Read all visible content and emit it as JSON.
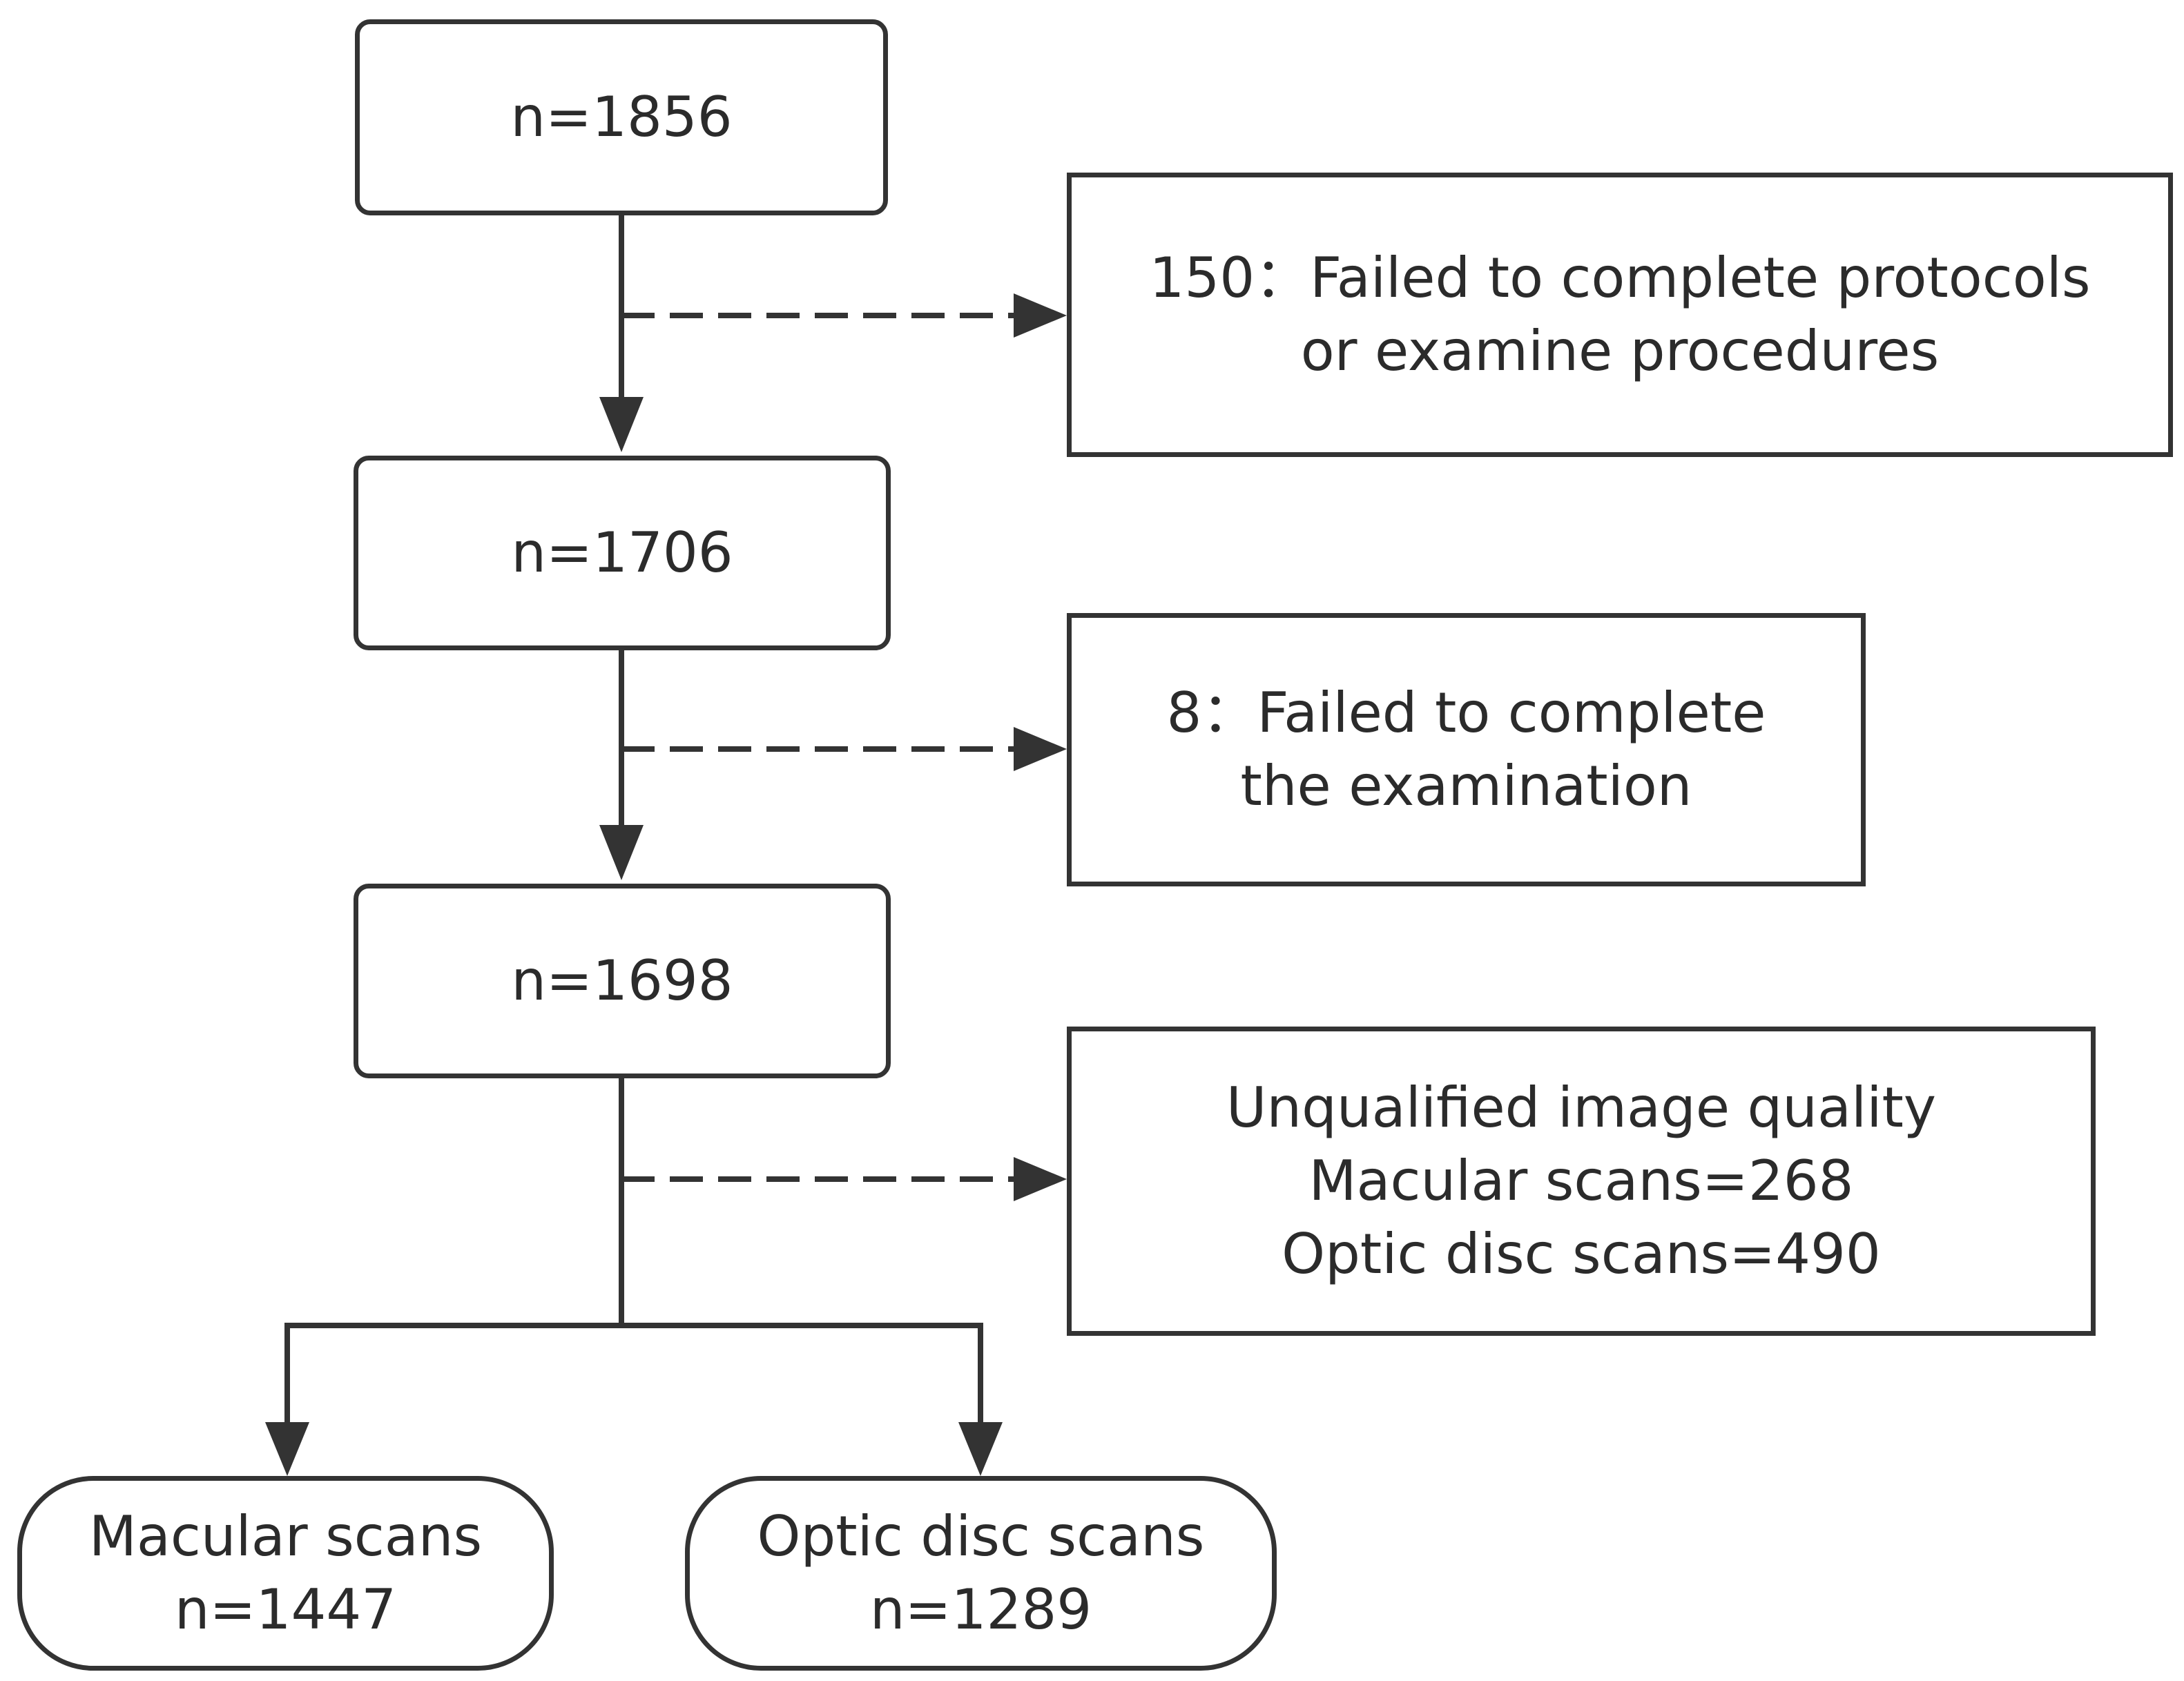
{
  "flowchart": {
    "steps": [
      {
        "text": "n=1856"
      },
      {
        "text": "n=1706"
      },
      {
        "text": "n=1698"
      }
    ],
    "exclusions": [
      {
        "lines": [
          "150：Failed to complete protocols",
          "or examine procedures"
        ]
      },
      {
        "lines": [
          "8：Failed to complete",
          "the examination"
        ]
      },
      {
        "lines": [
          "Unqualified image quality",
          "Macular scans=268",
          "Optic disc scans=490"
        ]
      }
    ],
    "outcomes": [
      {
        "lines": [
          "Macular scans",
          "n=1447"
        ]
      },
      {
        "lines": [
          "Optic disc scans",
          "n=1289"
        ]
      }
    ]
  },
  "colors": {
    "stroke": "#333333",
    "text": "#2b2b2b",
    "background": "#ffffff"
  }
}
